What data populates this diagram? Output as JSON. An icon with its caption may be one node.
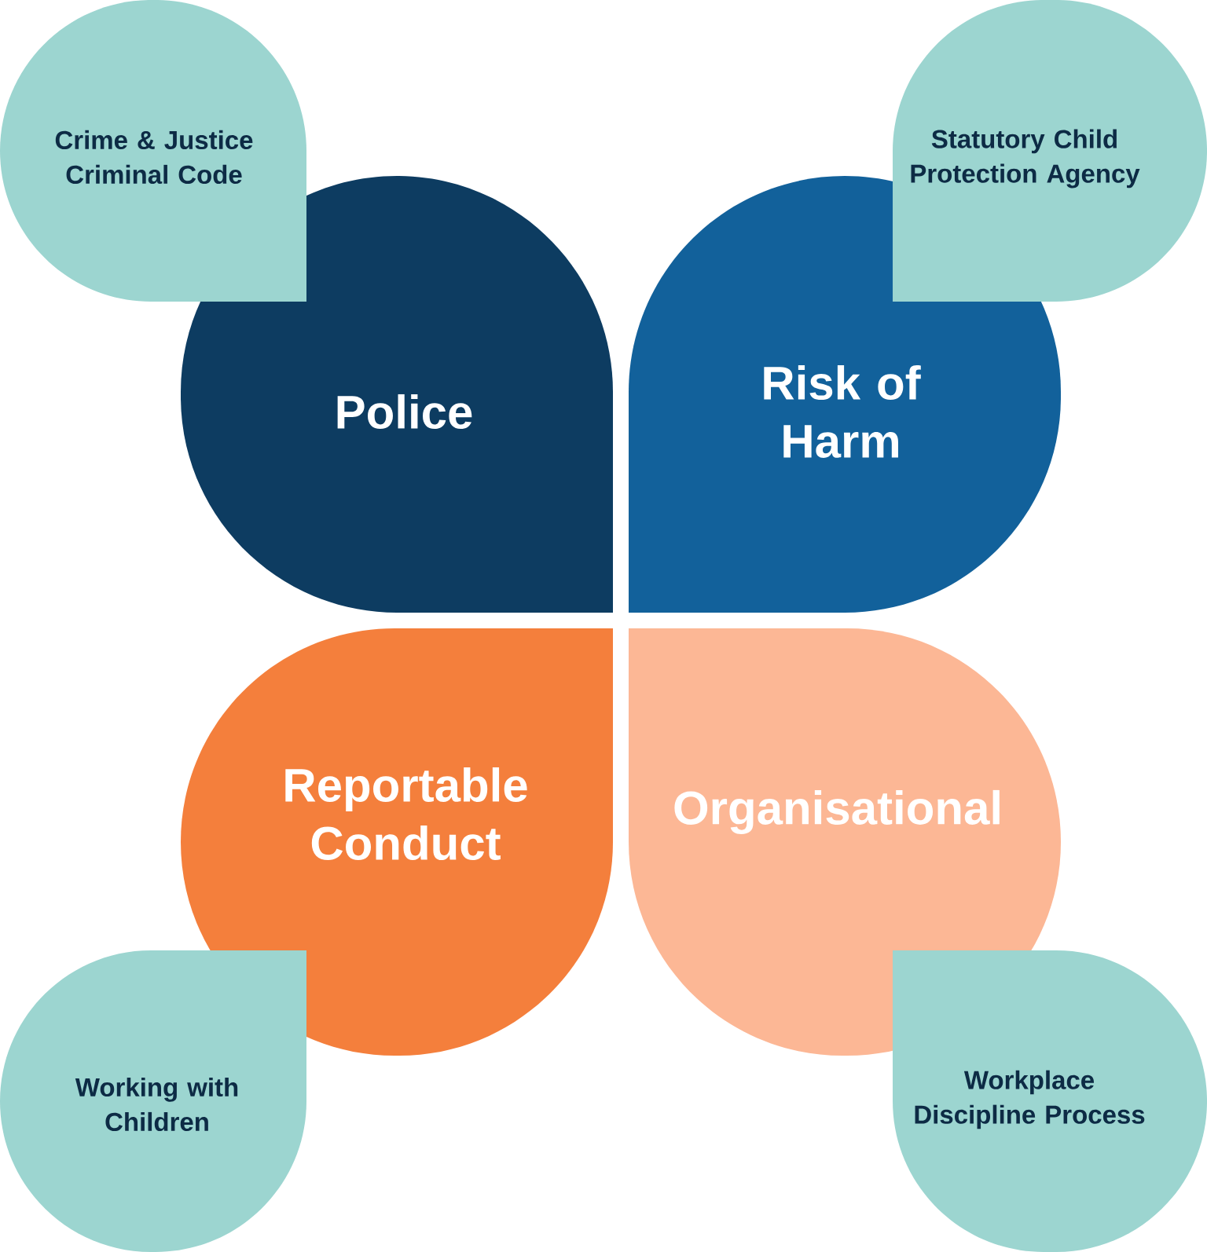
{
  "diagram": {
    "nodes": [
      {
        "text": [
          "Crime & Justice Criminal Code"
        ]
      },
      {
        "text": [
          "Statutory Child Protection Agency"
        ]
      },
      {
        "text": [
          "Police"
        ]
      },
      {
        "text": [
          "Risk of Harm"
        ]
      },
      {
        "text": [
          "Reportable Conduct"
        ]
      },
      {
        "text": [
          "Organisational"
        ]
      },
      {
        "text": [
          "Working with Children"
        ]
      },
      {
        "text": [
          "Workplace Discipline Process"
        ]
      }
    ]
  }
}
